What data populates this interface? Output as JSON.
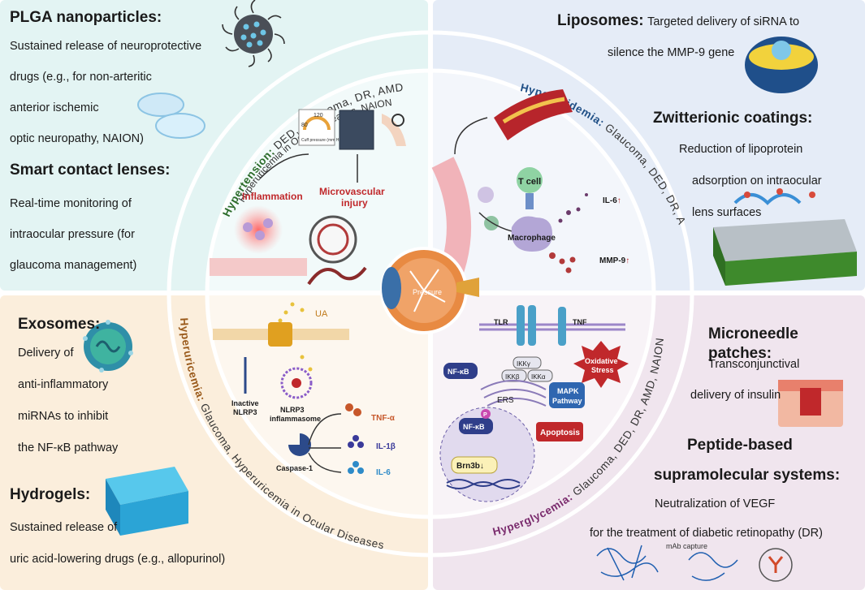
{
  "colors": {
    "q_top_left": "#e3f4f3",
    "q_top_right": "#e5ecf7",
    "q_bottom_left": "#fbeedc",
    "q_bottom_right": "#f0e5ee",
    "hypertension": "#2c6b2a",
    "hyperlipidemia": "#1f4f86",
    "hyperuricemia": "#9a5a1b",
    "hyperglycemia": "#7a2b6d",
    "red_label": "#c0282b"
  },
  "top_left": {
    "heading1": "PLGA nanoparticles:",
    "body1": [
      "Sustained release of neuroprotective",
      "drugs (e.g., for non-arteritic",
      "anterior ischemic",
      "optic neuropathy, NAION)"
    ],
    "heading2": "Smart contact lenses:",
    "body2": [
      "Real-time monitoring of",
      "intraocular pressure (for",
      "glaucoma management)"
    ]
  },
  "top_right": {
    "heading1": "Liposomes:",
    "body1_inline": "Targeted delivery of siRNA to",
    "body1_line2": "silence the MMP-9 gene",
    "heading2": "Zwitterionic coatings:",
    "body2": [
      "Reduction of lipoprotein",
      "adsorption on intraocular",
      "lens surfaces"
    ]
  },
  "bottom_left": {
    "heading1": "Exosomes:",
    "body1": [
      "Delivery of",
      "anti-inflammatory",
      "miRNAs to inhibit",
      "the NF-κB pathway"
    ],
    "heading2": "Hydrogels:",
    "body2": [
      "Sustained release of",
      "uric acid-lowering drugs (e.g., allopurinol)"
    ]
  },
  "bottom_right": {
    "heading1": "Microneedle patches:",
    "body1": [
      "Transconjunctival",
      "delivery of insulin"
    ],
    "heading2": [
      "Peptide-based",
      "supramolecular systems:"
    ],
    "body2": [
      "Neutralization of VEGF",
      "for the treatment of diabetic retinopathy (DR)"
    ],
    "mab_label": "mAb capture"
  },
  "ring": {
    "hypertension_key": "Hypertension:",
    "hypertension_rest": " DED, Glaucoma, DR, AMD,",
    "hypertension_line2": "Hyperuricemia in Ocular Diseases, NAION",
    "hyperlipidemia_key": "Hyperlipidemia:",
    "hyperlipidemia_rest": " Glaucoma, DED, DR, AMD",
    "hyperuricemia_key": "Hyperuricemia:",
    "hyperuricemia_rest": " Glaucoma, Hyperuricemia in Ocular Diseases",
    "hyperglycemia_key": "Hyperglycemia:",
    "hyperglycemia_rest": " Glaucoma, DED, DR, AMD, NAION"
  },
  "center": {
    "pressure": "Pressure",
    "cuff_120": "120",
    "cuff_80": "80",
    "cuff_label": "Cuff pressure (mm Hg)",
    "inflammation": "Inflammation",
    "micro1": "Microvascular",
    "micro2": "injury",
    "tcell": "T cell",
    "macrophage": "Macrophage",
    "il6": "IL-6",
    "mmp9": "MMP-9",
    "up": "↑",
    "ua": "UA",
    "inactive1": "Inactive",
    "inactive2": "NLRP3",
    "nlrp3_1": "NLRP3",
    "nlrp3_2": "inflammasome",
    "caspase": "Caspase-1",
    "tnfa": "TNF-α",
    "il1b": "IL-1β",
    "il6b": "IL-6",
    "tlr": "TLR",
    "tnf": "TNF",
    "ikkg": "IKKγ",
    "ikkb": "IKKβ",
    "ikka": "IKKα",
    "nfkb": "NF-κB",
    "ox1": "Oxidative",
    "ox2": "Stress",
    "mapk1": "MAPK",
    "mapk2": "Pathway",
    "ers": "ERS",
    "apoptosis": "Apoptosis",
    "p": "P",
    "brn3b": "Brn3b↓"
  }
}
